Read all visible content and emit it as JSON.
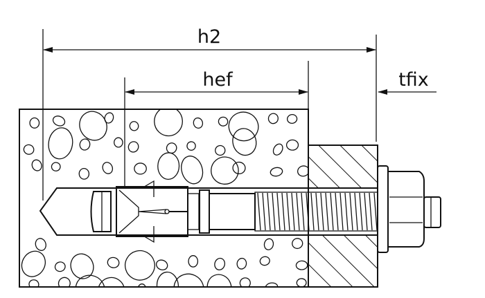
{
  "diagram": {
    "labels": {
      "total_depth": "h2",
      "effective_depth": "hef",
      "fixture_thickness": "tfix"
    },
    "colors": {
      "line": "#111111",
      "background": "#ffffff"
    }
  }
}
